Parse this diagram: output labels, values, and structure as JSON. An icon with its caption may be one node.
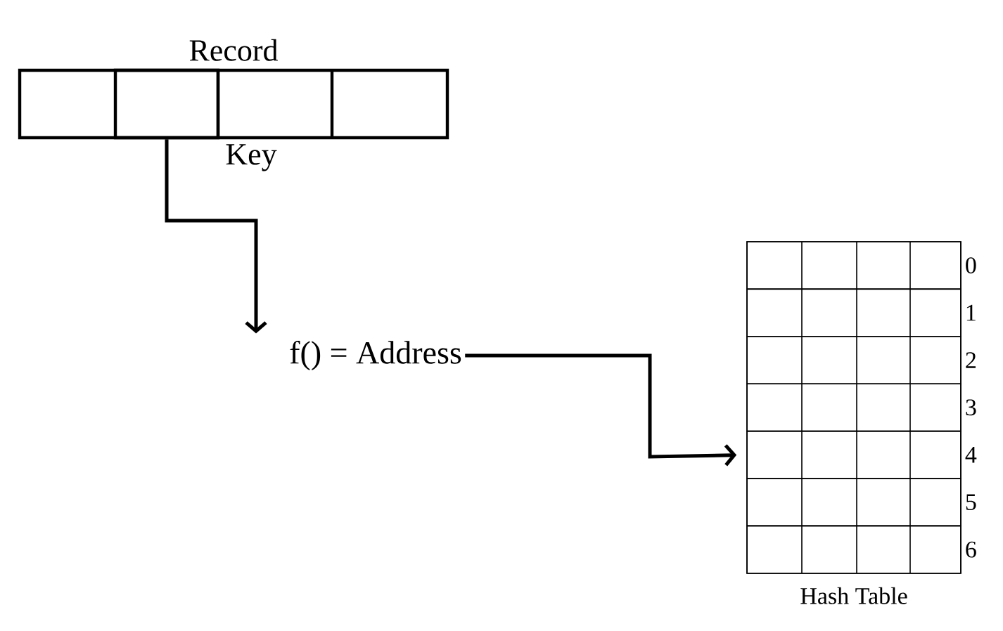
{
  "diagram": {
    "nodes": [
      {
        "text": [
          "Record"
        ]
      },
      {
        "text": [
          "Key"
        ],
        "in": 0
      },
      {
        "text": [
          "f() = Address"
        ]
      },
      {
        "text": [
          "Hash Table"
        ]
      },
      {
        "text": [
          "0"
        ],
        "in": 3
      },
      {
        "text": [
          "1"
        ],
        "in": 3
      },
      {
        "text": [
          "2"
        ],
        "in": 3
      },
      {
        "text": [
          "3"
        ],
        "in": 3
      },
      {
        "text": [
          "4"
        ],
        "in": 3
      },
      {
        "text": [
          "5"
        ],
        "in": 3
      },
      {
        "text": [
          "6"
        ],
        "in": 3
      }
    ],
    "edges": [
      {
        "from": 1,
        "to": 2,
        "arrow": "to"
      },
      {
        "from": 2,
        "to": 8,
        "arrow": "to"
      }
    ]
  }
}
